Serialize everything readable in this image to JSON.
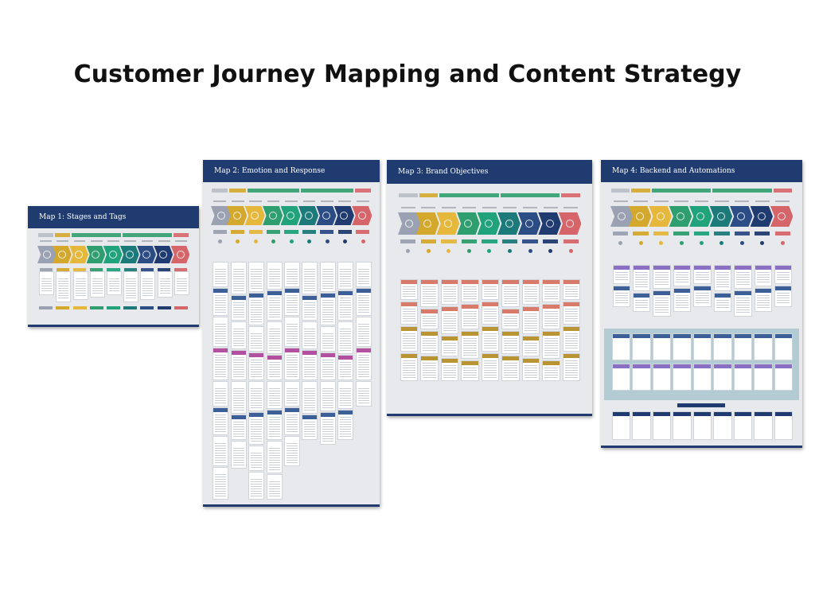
{
  "page": {
    "title": "Customer Journey Mapping and Content Strategy"
  },
  "maps": [
    {
      "label": "Map 1: Stages and Tags"
    },
    {
      "label": "Map 2: Emotion and Response"
    },
    {
      "label": "Map 3: Brand Objectives"
    },
    {
      "label": "Map 4: Backend and Automations"
    }
  ],
  "colors": {
    "navy": "#1f3b6f",
    "stage_colors": [
      "#9aa1b2",
      "#d4a82c",
      "#e5b73b",
      "#2f9e6e",
      "#20a27a",
      "#1d7a7a",
      "#2c4c86",
      "#1f3b6f",
      "#d6656a"
    ],
    "card_colors": [
      "#3d5f98",
      "#d87a6a",
      "#b99433",
      "#b24f9e",
      "#8b6fc2"
    ],
    "band": "#a9c6cf"
  }
}
